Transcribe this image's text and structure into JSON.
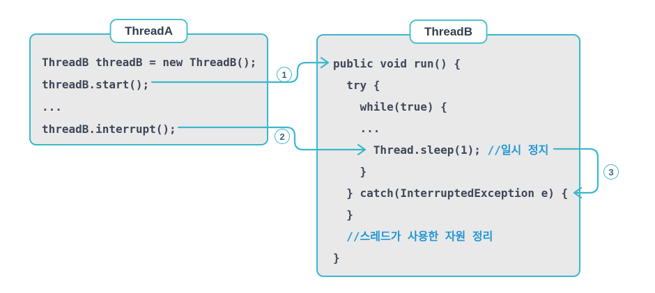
{
  "colors": {
    "stroke_cyan": "#3ab7cb",
    "box_fill": "#e9e9ea",
    "code_text": "#3e4757",
    "comment_text": "#2196d3",
    "title_text": "#333f4f",
    "badge_text": "#41647a",
    "background": "#ffffff"
  },
  "thread_a": {
    "title": "ThreadA",
    "lines": [
      {
        "code": "ThreadB threadB = new ThreadB();"
      },
      {
        "code": "threadB.start();"
      },
      {
        "code": "..."
      },
      {
        "code": "threadB.interrupt();"
      }
    ]
  },
  "thread_b": {
    "title": "ThreadB",
    "lines": [
      {
        "code": "public void run() {"
      },
      {
        "code": "  try {"
      },
      {
        "code": "    while(true) {"
      },
      {
        "code": "    ..."
      },
      {
        "code": "      Thread.sleep(1); ",
        "comment": "//일시 정지"
      },
      {
        "code": "    }"
      },
      {
        "code": "  } catch(InterruptedException e) {"
      },
      {
        "code": "  }"
      },
      {
        "code": "  ",
        "comment": "//스레드가 사용한 자원 정리"
      },
      {
        "code": "}"
      }
    ]
  },
  "badges": [
    {
      "label": "1"
    },
    {
      "label": "2"
    },
    {
      "label": "3"
    }
  ]
}
